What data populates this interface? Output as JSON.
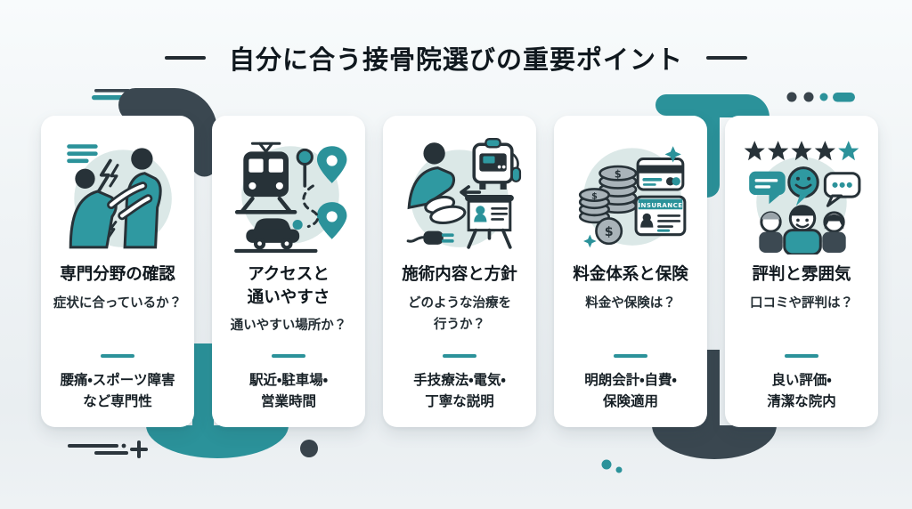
{
  "title": {
    "text": "自分に合う接骨院選びの重要ポイント"
  },
  "colors": {
    "teal": "#2b929a",
    "slate": "#3a4750",
    "ink": "#273238",
    "icon_circle": "#dbe8e7",
    "background": "#eef2f4",
    "card_background": "#ffffff"
  },
  "cards": [
    {
      "icon": "back-pain-treatment-icon",
      "title": "専門分野の確認",
      "question": "症状に合っているか？",
      "detail": "腰痛・スポーツ障害\nなど専門性"
    },
    {
      "icon": "transport-access-icon",
      "title": "アクセスと\n通いやすさ",
      "question": "通いやすい場所か？",
      "detail": "駅近・駐車場・\n営業時間"
    },
    {
      "icon": "treatment-method-icon",
      "title": "施術内容と方針",
      "question": "どのような治療を\n行うか？",
      "detail": "手技療法・電気・\n丁寧な説明"
    },
    {
      "icon": "fees-insurance-icon",
      "icon_label": "INSURANCE",
      "coin_symbol": "$",
      "title": "料金体系と保険",
      "question": "料金や保険は？",
      "detail": "明朗会計・自費・\n保険適用"
    },
    {
      "icon": "reviews-atmosphere-icon",
      "title": "評判と雰囲気",
      "question": "口コミや評判は？",
      "detail": "良い評価・\n清潔な院内"
    }
  ],
  "ornaments": {
    "top_left": "double-dash-ornament",
    "top_left_hook": "dark-hook-shape",
    "top_right_hook": "teal-hook-shape",
    "top_right": "dots-and-dash-ornament",
    "bottom_left": "dashes-plus-ornament",
    "bottom_blob_left": "teal-blob-shape",
    "bottom_blob_right": "dark-blob-shape"
  }
}
